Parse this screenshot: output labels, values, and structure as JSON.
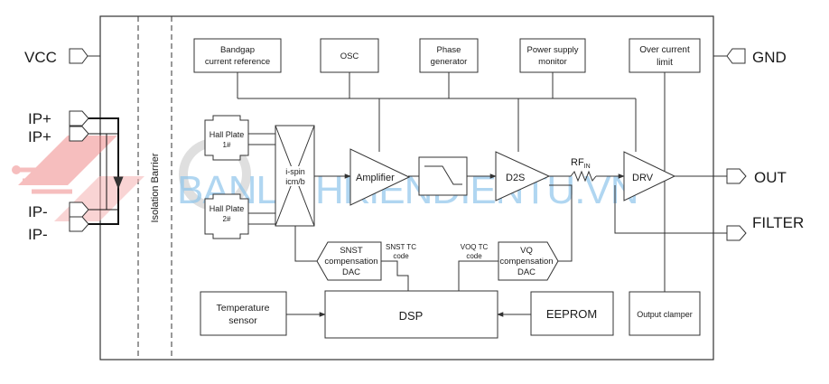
{
  "pins": {
    "vcc": "VCC",
    "gnd": "GND",
    "ip_plus_1": "IP+",
    "ip_plus_2": "IP+",
    "ip_minus_1": "IP-",
    "ip_minus_2": "IP-",
    "out": "OUT",
    "filter": "FILTER"
  },
  "isolation_barrier": "Isolation Barrier",
  "blocks": {
    "bandgap_1": "Bandgap",
    "bandgap_2": "current reference",
    "osc": "OSC",
    "phase_1": "Phase",
    "phase_2": "generator",
    "psm_1": "Power supply",
    "psm_2": "monitor",
    "ocl_1": "Over current",
    "ocl_2": "limit",
    "hall1_1": "Hall Plate",
    "hall1_2": "1#",
    "hall2_1": "Hall Plate",
    "hall2_2": "2#",
    "ispin_1": "i-spin",
    "ispin_2": "icm/b",
    "amplifier": "Amplifier",
    "d2s": "D2S",
    "rf": "RF",
    "rf_sub": "IN",
    "drv": "DRV",
    "snst_1": "SNST",
    "snst_2": "compensation",
    "snst_3": "DAC",
    "snst_tc_1": "SNST TC",
    "snst_tc_2": "code",
    "voq_tc_1": "VOQ TC",
    "voq_tc_2": "code",
    "vq_1": "VQ",
    "vq_2": "compensation",
    "vq_3": "DAC",
    "temp_1": "Temperature",
    "temp_2": "sensor",
    "dsp": "DSP",
    "eeprom": "EEPROM",
    "output_clamper": "Output clamper"
  },
  "watermark": "BANLINHKIENDIENTU.VN",
  "colors": {
    "line": "#333333",
    "watermark_blue": "#8fc6ec",
    "watermark_red": "#f08a8a"
  }
}
